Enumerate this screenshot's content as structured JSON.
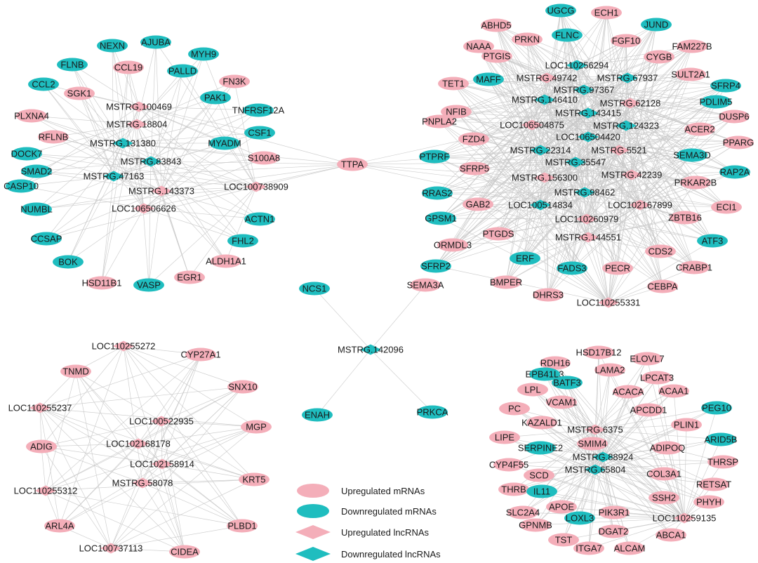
{
  "colors": {
    "up": "#f4aeb9",
    "down": "#1fbdbf",
    "edge": "#c8c8c8",
    "text": "#1a1a1a"
  },
  "legend": [
    {
      "label": "Upregulated mRNAs",
      "reg": "up",
      "shape": "ellipse"
    },
    {
      "label": "Downregulated mRNAs",
      "reg": "down",
      "shape": "ellipse"
    },
    {
      "label": "Upregulated lncRNAs",
      "reg": "up",
      "shape": "diamond"
    },
    {
      "label": "Downregulated lncRNAs",
      "reg": "down",
      "shape": "diamond"
    }
  ],
  "networks": [
    {
      "id": "network-top-left",
      "lncRNAs": [
        {
          "name": "MSTRG.100469",
          "reg": "up"
        },
        {
          "name": "MSTRG.18804",
          "reg": "up"
        },
        {
          "name": "MSTRG.131380",
          "reg": "down"
        },
        {
          "name": "MSTRG.83843",
          "reg": "down"
        },
        {
          "name": "MSTRG.47163",
          "reg": "down"
        },
        {
          "name": "MSTRG.143373",
          "reg": "up"
        },
        {
          "name": "LOC106506626",
          "reg": "up"
        },
        {
          "name": "LOC100738909",
          "reg": "up"
        }
      ],
      "mRNAs": [
        {
          "name": "NEXN",
          "reg": "down"
        },
        {
          "name": "AJUBA",
          "reg": "down"
        },
        {
          "name": "FLNB",
          "reg": "down"
        },
        {
          "name": "MYH9",
          "reg": "down"
        },
        {
          "name": "CCL19",
          "reg": "up"
        },
        {
          "name": "PALLD",
          "reg": "down"
        },
        {
          "name": "CCL2",
          "reg": "down"
        },
        {
          "name": "FN3K",
          "reg": "up"
        },
        {
          "name": "SGK1",
          "reg": "up"
        },
        {
          "name": "PAK1",
          "reg": "down"
        },
        {
          "name": "TNFRSF12A",
          "reg": "down"
        },
        {
          "name": "PLXNA4",
          "reg": "up"
        },
        {
          "name": "CSF1",
          "reg": "down"
        },
        {
          "name": "RFLNB",
          "reg": "up"
        },
        {
          "name": "MYADM",
          "reg": "down"
        },
        {
          "name": "DOCK7",
          "reg": "down"
        },
        {
          "name": "S100A8",
          "reg": "up"
        },
        {
          "name": "SMAD2",
          "reg": "down"
        },
        {
          "name": "CASP10",
          "reg": "down"
        },
        {
          "name": "NUMBL",
          "reg": "down"
        },
        {
          "name": "ACTN1",
          "reg": "down"
        },
        {
          "name": "CCSAP",
          "reg": "down"
        },
        {
          "name": "FHL2",
          "reg": "down"
        },
        {
          "name": "ALDH1A1",
          "reg": "up"
        },
        {
          "name": "BOK",
          "reg": "down"
        },
        {
          "name": "EGR1",
          "reg": "up"
        },
        {
          "name": "HSD11B1",
          "reg": "up"
        },
        {
          "name": "VASP",
          "reg": "down"
        }
      ]
    },
    {
      "id": "network-top-right",
      "lncRNAs": [
        {
          "name": "LOC110256294",
          "reg": "down"
        },
        {
          "name": "MSTRG.49742",
          "reg": "up"
        },
        {
          "name": "MSTRG.67937",
          "reg": "down"
        },
        {
          "name": "MSTRG.97367",
          "reg": "down"
        },
        {
          "name": "MSTRG.146410",
          "reg": "down"
        },
        {
          "name": "MSTRG.62128",
          "reg": "up"
        },
        {
          "name": "MSTRG.143415",
          "reg": "down"
        },
        {
          "name": "LOC106504875",
          "reg": "up"
        },
        {
          "name": "MSTRG.124323",
          "reg": "down"
        },
        {
          "name": "LOC106504420",
          "reg": "down"
        },
        {
          "name": "MSTRG.22314",
          "reg": "down"
        },
        {
          "name": "MSTRG.5521",
          "reg": "up"
        },
        {
          "name": "MSTRG.35547",
          "reg": "down"
        },
        {
          "name": "MSTRG.156300",
          "reg": "up"
        },
        {
          "name": "MSTRG.42239",
          "reg": "up"
        },
        {
          "name": "MSTRG.98462",
          "reg": "down"
        },
        {
          "name": "LOC100514834",
          "reg": "down"
        },
        {
          "name": "LOC102167899",
          "reg": "up"
        },
        {
          "name": "LOC110260979",
          "reg": "up"
        },
        {
          "name": "MSTRG.144551",
          "reg": "up"
        },
        {
          "name": "LOC110255331",
          "reg": "up"
        }
      ],
      "mRNAs": [
        {
          "name": "UGCG",
          "reg": "down"
        },
        {
          "name": "ECH1",
          "reg": "up"
        },
        {
          "name": "ABHD5",
          "reg": "up"
        },
        {
          "name": "FLNC",
          "reg": "down"
        },
        {
          "name": "JUND",
          "reg": "down"
        },
        {
          "name": "PRKN",
          "reg": "up"
        },
        {
          "name": "FGF10",
          "reg": "up"
        },
        {
          "name": "NAAA",
          "reg": "up"
        },
        {
          "name": "FAM227B",
          "reg": "up"
        },
        {
          "name": "PTGIS",
          "reg": "up"
        },
        {
          "name": "CYGB",
          "reg": "up"
        },
        {
          "name": "SULT2A1",
          "reg": "up"
        },
        {
          "name": "TET1",
          "reg": "up"
        },
        {
          "name": "MAFF",
          "reg": "down"
        },
        {
          "name": "SFRP4",
          "reg": "down"
        },
        {
          "name": "PDLIM5",
          "reg": "down"
        },
        {
          "name": "NFIB",
          "reg": "up"
        },
        {
          "name": "DUSP6",
          "reg": "up"
        },
        {
          "name": "PNPLA2",
          "reg": "up"
        },
        {
          "name": "ACER2",
          "reg": "up"
        },
        {
          "name": "FZD4",
          "reg": "up"
        },
        {
          "name": "PPARG",
          "reg": "up"
        },
        {
          "name": "PTPRF",
          "reg": "down"
        },
        {
          "name": "SEMA3D",
          "reg": "down"
        },
        {
          "name": "SFRP5",
          "reg": "up"
        },
        {
          "name": "RAP2A",
          "reg": "down"
        },
        {
          "name": "PRKAR2B",
          "reg": "up"
        },
        {
          "name": "RRAS2",
          "reg": "down"
        },
        {
          "name": "GAB2",
          "reg": "up"
        },
        {
          "name": "ECI1",
          "reg": "up"
        },
        {
          "name": "GPSM1",
          "reg": "down"
        },
        {
          "name": "ZBTB16",
          "reg": "up"
        },
        {
          "name": "PTGDS",
          "reg": "up"
        },
        {
          "name": "ORMDL3",
          "reg": "up"
        },
        {
          "name": "ATF3",
          "reg": "down"
        },
        {
          "name": "CDS2",
          "reg": "up"
        },
        {
          "name": "SFRP2",
          "reg": "down"
        },
        {
          "name": "ERF",
          "reg": "down"
        },
        {
          "name": "CRABP1",
          "reg": "up"
        },
        {
          "name": "FADS3",
          "reg": "down"
        },
        {
          "name": "PECR",
          "reg": "up"
        },
        {
          "name": "BMPER",
          "reg": "up"
        },
        {
          "name": "CEBPA",
          "reg": "up"
        },
        {
          "name": "DHRS3",
          "reg": "up"
        }
      ]
    },
    {
      "id": "network-center",
      "lncRNAs": [
        {
          "name": "MSTRG.142096",
          "reg": "down"
        }
      ],
      "mRNAs": [
        {
          "name": "NCS1",
          "reg": "down"
        },
        {
          "name": "SEMA3A",
          "reg": "up"
        },
        {
          "name": "ENAH",
          "reg": "down"
        },
        {
          "name": "PRKCA",
          "reg": "down"
        }
      ]
    },
    {
      "id": "network-bottom-left",
      "lncRNAs": [
        {
          "name": "LOC110255272",
          "reg": "up"
        },
        {
          "name": "LOC100522935",
          "reg": "up"
        },
        {
          "name": "LOC102168178",
          "reg": "up"
        },
        {
          "name": "LOC102158914",
          "reg": "up"
        },
        {
          "name": "MSTRG.58078",
          "reg": "up"
        },
        {
          "name": "LOC110255237",
          "reg": "up"
        },
        {
          "name": "LOC110255312",
          "reg": "up"
        },
        {
          "name": "LOC100737113",
          "reg": "up"
        }
      ],
      "mRNAs": [
        {
          "name": "CYP27A1",
          "reg": "up"
        },
        {
          "name": "TNMD",
          "reg": "up"
        },
        {
          "name": "SNX10",
          "reg": "up"
        },
        {
          "name": "MGP",
          "reg": "up"
        },
        {
          "name": "ADIG",
          "reg": "up"
        },
        {
          "name": "KRT5",
          "reg": "up"
        },
        {
          "name": "ARL4A",
          "reg": "up"
        },
        {
          "name": "PLBD1",
          "reg": "up"
        },
        {
          "name": "CIDEA",
          "reg": "up"
        }
      ]
    },
    {
      "id": "network-bottom-right",
      "lncRNAs": [
        {
          "name": "MSTRG.6375",
          "reg": "up"
        },
        {
          "name": "MSTRG.88924",
          "reg": "down"
        },
        {
          "name": "MSTRG.65804",
          "reg": "down"
        },
        {
          "name": "LOC110259135",
          "reg": "up"
        }
      ],
      "mRNAs": [
        {
          "name": "HSD17B12",
          "reg": "up"
        },
        {
          "name": "ELOVL7",
          "reg": "up"
        },
        {
          "name": "RDH16",
          "reg": "up"
        },
        {
          "name": "EPB41L3",
          "reg": "down"
        },
        {
          "name": "LAMA2",
          "reg": "up"
        },
        {
          "name": "BATF3",
          "reg": "down"
        },
        {
          "name": "LPCAT3",
          "reg": "up"
        },
        {
          "name": "ACACA",
          "reg": "up"
        },
        {
          "name": "LPL",
          "reg": "up"
        },
        {
          "name": "ACAA1",
          "reg": "up"
        },
        {
          "name": "VCAM1",
          "reg": "up"
        },
        {
          "name": "PC",
          "reg": "up"
        },
        {
          "name": "APCDD1",
          "reg": "up"
        },
        {
          "name": "PEG10",
          "reg": "down"
        },
        {
          "name": "KAZALD1",
          "reg": "up"
        },
        {
          "name": "PLIN1",
          "reg": "up"
        },
        {
          "name": "LIPE",
          "reg": "up"
        },
        {
          "name": "SMIM4",
          "reg": "up"
        },
        {
          "name": "ARID5B",
          "reg": "down"
        },
        {
          "name": "SERPINE2",
          "reg": "down"
        },
        {
          "name": "ADIPOQ",
          "reg": "up"
        },
        {
          "name": "CYP4F55",
          "reg": "up"
        },
        {
          "name": "THRSP",
          "reg": "up"
        },
        {
          "name": "SCD",
          "reg": "up"
        },
        {
          "name": "COL3A1",
          "reg": "up"
        },
        {
          "name": "RETSAT",
          "reg": "up"
        },
        {
          "name": "THRB",
          "reg": "up"
        },
        {
          "name": "IL11",
          "reg": "down"
        },
        {
          "name": "SSH2",
          "reg": "up"
        },
        {
          "name": "APOE",
          "reg": "up"
        },
        {
          "name": "PHYH",
          "reg": "up"
        },
        {
          "name": "SLC2A4",
          "reg": "up"
        },
        {
          "name": "LOXL3",
          "reg": "down"
        },
        {
          "name": "PIK3R1",
          "reg": "up"
        },
        {
          "name": "GPNMB",
          "reg": "up"
        },
        {
          "name": "DGAT2",
          "reg": "up"
        },
        {
          "name": "ABCA1",
          "reg": "up"
        },
        {
          "name": "TST",
          "reg": "up"
        },
        {
          "name": "ITGA7",
          "reg": "up"
        },
        {
          "name": "ALCAM",
          "reg": "up"
        }
      ]
    }
  ],
  "bridge": {
    "name": "TTPA",
    "reg": "up"
  }
}
